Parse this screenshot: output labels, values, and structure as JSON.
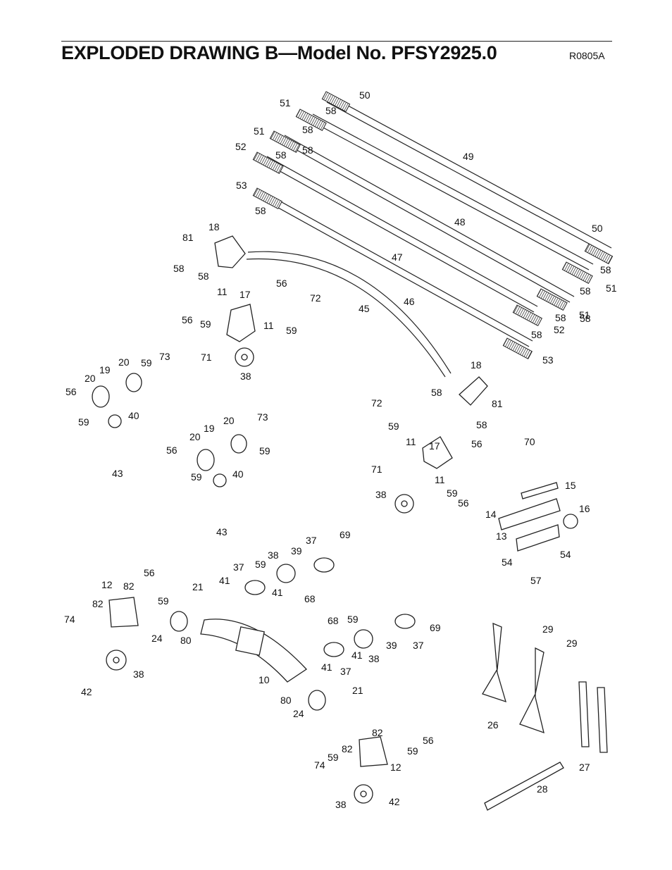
{
  "header": {
    "title": "EXPLODED DRAWING B—Model No. PFSY2925.0",
    "drawing_code": "R0805A"
  },
  "callouts": [
    "50",
    "58",
    "51",
    "58",
    "51",
    "58",
    "52",
    "58",
    "53",
    "58",
    "49",
    "50",
    "58",
    "58",
    "51",
    "48",
    "58",
    "51",
    "58",
    "52",
    "47",
    "58",
    "53",
    "46",
    "45",
    "18",
    "81",
    "58",
    "58",
    "11",
    "17",
    "56",
    "72",
    "56",
    "59",
    "11",
    "59",
    "71",
    "38",
    "73",
    "59",
    "20",
    "19",
    "20",
    "56",
    "59",
    "40",
    "43",
    "73",
    "20",
    "19",
    "20",
    "56",
    "59",
    "59",
    "40",
    "43",
    "18",
    "58",
    "72",
    "81",
    "58",
    "59",
    "17",
    "11",
    "56",
    "71",
    "11",
    "59",
    "56",
    "38",
    "70",
    "15",
    "14",
    "16",
    "13",
    "54",
    "54",
    "57",
    "69",
    "37",
    "39",
    "38",
    "59",
    "37",
    "41",
    "41",
    "12",
    "82",
    "56",
    "59",
    "82",
    "74",
    "21",
    "24",
    "80",
    "68",
    "68",
    "59",
    "69",
    "39",
    "37",
    "41",
    "37",
    "41",
    "38",
    "10",
    "80",
    "24",
    "21",
    "42",
    "38",
    "29",
    "29",
    "26",
    "27",
    "28",
    "82",
    "56",
    "59",
    "82",
    "59",
    "74",
    "12",
    "38",
    "42"
  ]
}
